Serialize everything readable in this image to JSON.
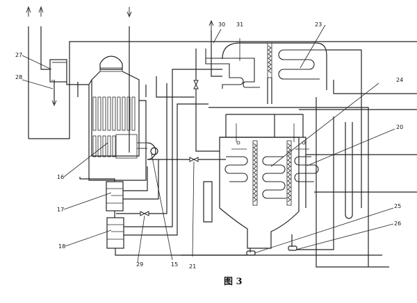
{
  "figure": {
    "caption": "图 3",
    "labels": {
      "l27": "27",
      "l28": "28",
      "l30": "30",
      "l31": "31",
      "l23": "23",
      "l24": "24",
      "l20": "20",
      "l16": "16",
      "l17": "17",
      "l18": "18",
      "l29": "29",
      "l15": "15",
      "l21": "21",
      "l25": "25",
      "l26": "26"
    }
  },
  "components": [
    {
      "id": "27",
      "kind": "heat-exchanger-box"
    },
    {
      "id": "28",
      "kind": "pipe-outlet"
    },
    {
      "id": "30",
      "kind": "vent-pipe"
    },
    {
      "id": "31",
      "kind": "coil-chamber"
    },
    {
      "id": "23",
      "kind": "coil"
    },
    {
      "id": "24",
      "kind": "coil-chamber"
    },
    {
      "id": "20",
      "kind": "coil"
    },
    {
      "id": "16",
      "kind": "generator-burner"
    },
    {
      "id": "17",
      "kind": "heat-exchanger"
    },
    {
      "id": "18",
      "kind": "heat-exchanger"
    },
    {
      "id": "29",
      "kind": "valve"
    },
    {
      "id": "15",
      "kind": "pump"
    },
    {
      "id": "21",
      "kind": "valve"
    },
    {
      "id": "25",
      "kind": "pump"
    },
    {
      "id": "26",
      "kind": "pump"
    }
  ]
}
